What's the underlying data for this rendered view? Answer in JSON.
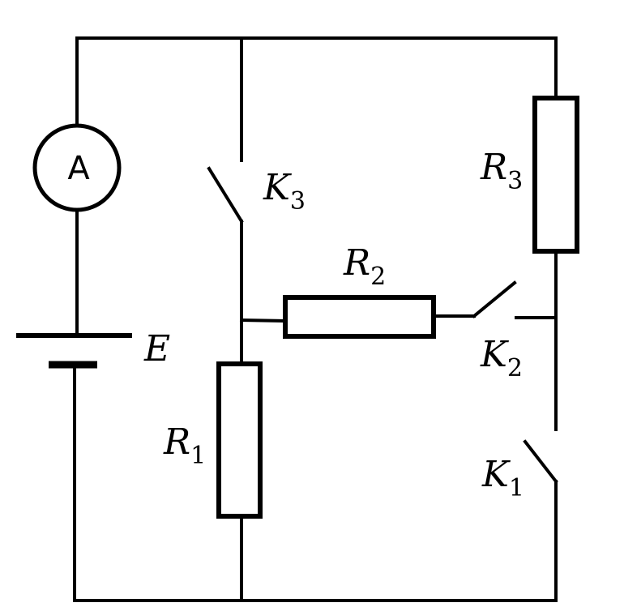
{
  "labels": {
    "ammeter": "A",
    "battery": "E",
    "R1": {
      "main": "R",
      "sub": "1"
    },
    "R2": {
      "main": "R",
      "sub": "2"
    },
    "R3": {
      "main": "R",
      "sub": "3"
    },
    "K1": {
      "main": "K",
      "sub": "1"
    },
    "K2": {
      "main": "K",
      "sub": "2"
    },
    "K3": {
      "main": "K",
      "sub": "3"
    }
  }
}
